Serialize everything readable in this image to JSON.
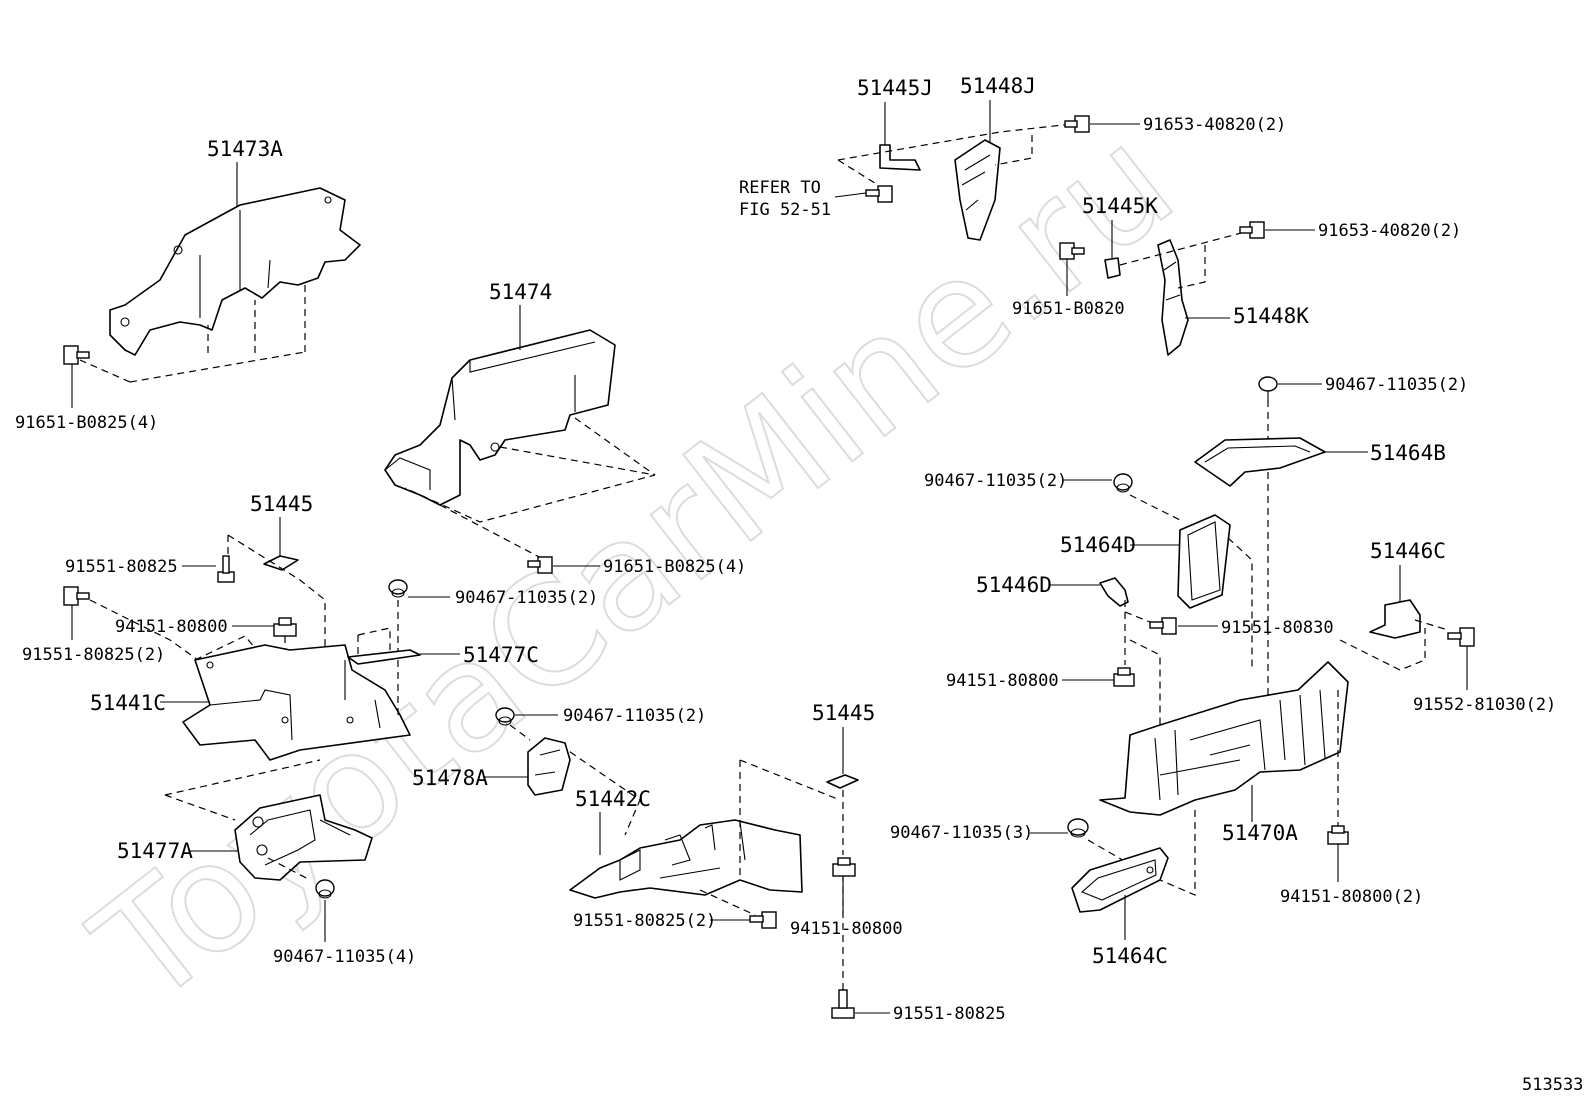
{
  "watermark": "ToyotaCarMine.ru",
  "figure_number": "513533",
  "refer_note": {
    "line1": "REFER TO",
    "line2": "FIG 52-51"
  },
  "parts": {
    "p51473A": "51473A",
    "p51474": "51474",
    "p51445J": "51445J",
    "p51448J": "51448J",
    "p51445K": "51445K",
    "p51448K": "51448K",
    "p51445_upper": "51445",
    "p51445_lower": "51445",
    "p51477C": "51477C",
    "p51441C": "51441C",
    "p51478A": "51478A",
    "p51442C": "51442C",
    "p51477A": "51477A",
    "p51464B": "51464B",
    "p51464D": "51464D",
    "p51446D": "51446D",
    "p51446C": "51446C",
    "p51470A": "51470A",
    "p51464C": "51464C"
  },
  "fasteners": {
    "f_91651_B0825_4_left": "91651-B0825(4)",
    "f_91651_B0825_4_center": "91651-B0825(4)",
    "f_91653_40820_2_a": "91653-40820(2)",
    "f_91653_40820_2_b": "91653-40820(2)",
    "f_91651_B0820": "91651-B0820",
    "f_90467_11035_2_a": "90467-11035(2)",
    "f_90467_11035_2_b": "90467-11035(2)",
    "f_90467_11035_2_c": "90467-11035(2)",
    "f_90467_11035_2_d": "90467-11035(2)",
    "f_90467_11035_3": "90467-11035(3)",
    "f_90467_11035_4": "90467-11035(4)",
    "f_91551_80825": "91551-80825",
    "f_91551_80825_2": "91551-80825(2)",
    "f_91551_80825_2_b": "91551-80825(2)",
    "f_91551_80825_bottom": "91551-80825",
    "f_94151_80800_a": "94151-80800",
    "f_94151_80800_b": "94151-80800",
    "f_94151_80800_c": "94151-80800",
    "f_94151_80800_2": "94151-80800(2)",
    "f_91551_80830": "91551-80830",
    "f_91552_81030_2": "91552-81030(2)"
  }
}
